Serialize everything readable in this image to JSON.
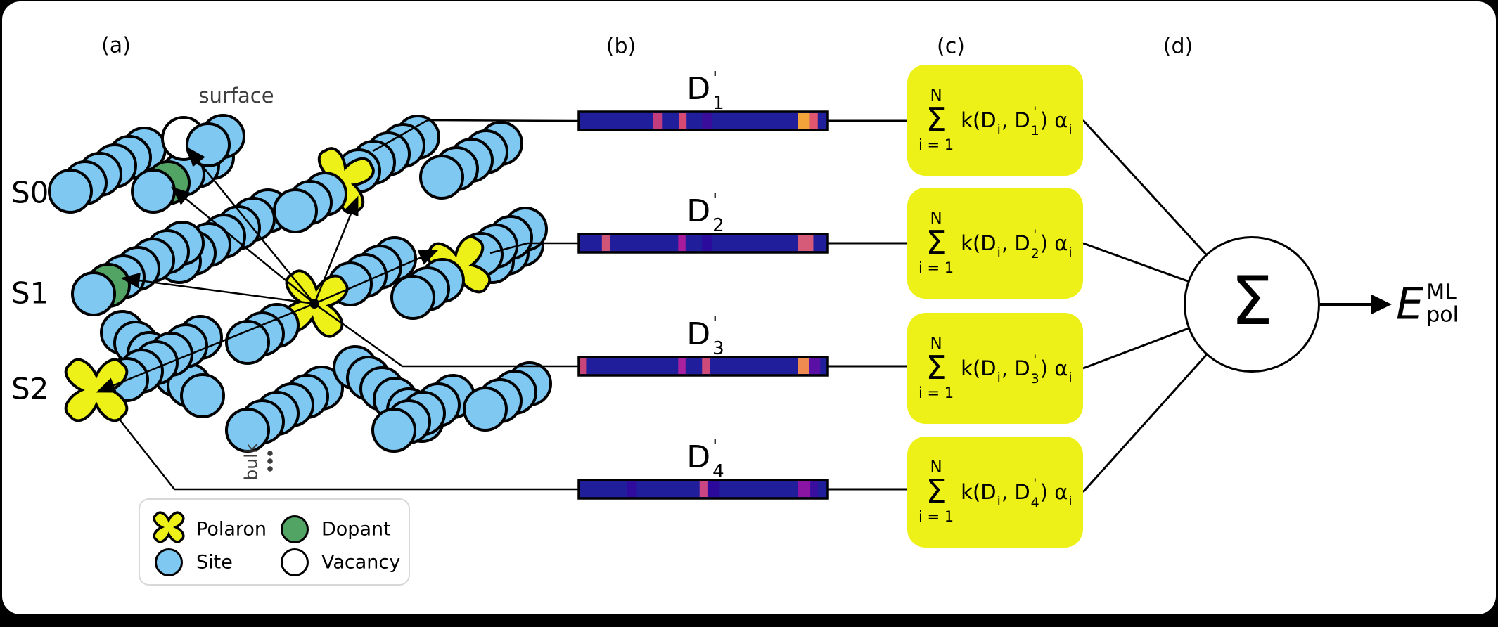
{
  "colors": {
    "site_blue": "#7ec8f2",
    "polaron_yellow": "#edf118",
    "dopant_green": "#52a465",
    "vacancy_white": "#ffffff",
    "descriptor_bg": "#211e9c",
    "box_yellow": "#edf118",
    "outline": "#000000",
    "muted_text": "#3d3d3d",
    "legend_border": "#d8d8d8"
  },
  "panel_labels": {
    "a": "(a)",
    "b": "(b)",
    "c": "(c)",
    "d": "(d)"
  },
  "panel_a": {
    "surface_label": "surface",
    "bulk_label": "bulk",
    "row_labels": [
      "S0",
      "S1",
      "S2"
    ],
    "legend": {
      "items": [
        {
          "label": "Polaron"
        },
        {
          "label": "Dopant"
        },
        {
          "label": "Site"
        },
        {
          "label": "Vacancy"
        }
      ]
    }
  },
  "panel_b": {
    "bars": [
      {
        "letter": "D",
        "prime": "'",
        "idx": "1",
        "stripes": [
          {
            "p": 0.295,
            "w": 0.04,
            "c": "#c23d7d"
          },
          {
            "p": 0.4,
            "w": 0.032,
            "c": "#d44a73"
          },
          {
            "p": 0.495,
            "w": 0.04,
            "c": "#3a0d9a"
          },
          {
            "p": 0.885,
            "w": 0.048,
            "c": "#f2a43b"
          },
          {
            "p": 0.933,
            "w": 0.032,
            "c": "#e0566f"
          }
        ]
      },
      {
        "letter": "D",
        "prime": "'",
        "idx": "2",
        "stripes": [
          {
            "p": 0.088,
            "w": 0.034,
            "c": "#d05576"
          },
          {
            "p": 0.398,
            "w": 0.03,
            "c": "#a81c9c"
          },
          {
            "p": 0.495,
            "w": 0.04,
            "c": "#2a0b9b"
          },
          {
            "p": 0.885,
            "w": 0.062,
            "c": "#d65b79"
          }
        ]
      },
      {
        "letter": "D",
        "prime": "'",
        "idx": "3",
        "stripes": [
          {
            "p": 0.0,
            "w": 0.024,
            "c": "#c94579"
          },
          {
            "p": 0.398,
            "w": 0.03,
            "c": "#a9219e"
          },
          {
            "p": 0.495,
            "w": 0.032,
            "c": "#ce4b79"
          },
          {
            "p": 0.885,
            "w": 0.044,
            "c": "#ef8a51"
          },
          {
            "p": 0.929,
            "w": 0.046,
            "c": "#5b10a5"
          }
        ]
      },
      {
        "letter": "D",
        "prime": "'",
        "idx": "4",
        "stripes": [
          {
            "p": 0.19,
            "w": 0.04,
            "c": "#2f0c9e"
          },
          {
            "p": 0.485,
            "w": 0.032,
            "c": "#c94682"
          },
          {
            "p": 0.517,
            "w": 0.05,
            "c": "#2b0a9b"
          },
          {
            "p": 0.885,
            "w": 0.05,
            "c": "#8a15a5"
          },
          {
            "p": 0.935,
            "w": 0.03,
            "c": "#3a0fa0"
          }
        ]
      }
    ]
  },
  "panel_c": {
    "upper": "N",
    "sigma": "Σ",
    "lower": "i = 1",
    "k1": "k(D",
    "isub": "i",
    "k2": ", D",
    "prime": "'",
    "k3": ") α",
    "asub": "i",
    "boxes": [
      {
        "idx": "1"
      },
      {
        "idx": "2"
      },
      {
        "idx": "3"
      },
      {
        "idx": "4"
      }
    ]
  },
  "panel_d": {
    "sigma": "Σ",
    "E": "E",
    "E_sup": "ML",
    "E_sub": "pol"
  }
}
